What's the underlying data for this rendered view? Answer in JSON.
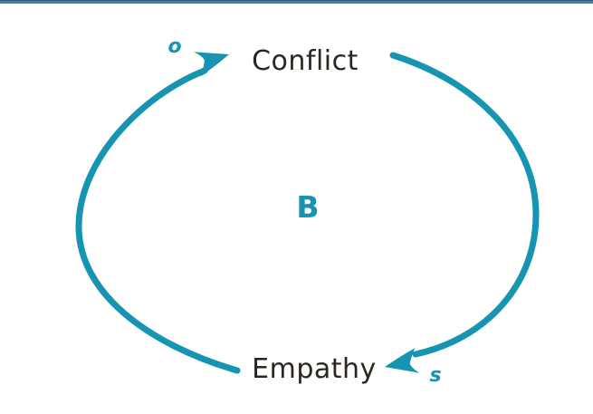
{
  "page": {
    "background": "#ffffff",
    "top_bar_color": "#44819d"
  },
  "diagram": {
    "kind": "causal-loop-diagram",
    "accent_color": "#1794b2",
    "text_color": "#2b2620",
    "loop_label": "B",
    "nodes": [
      {
        "id": "conflict",
        "label": "Conflict"
      },
      {
        "id": "empathy",
        "label": "Empathy"
      }
    ],
    "links": [
      {
        "from": "Empathy",
        "to": "Conflict",
        "polarity": "o"
      },
      {
        "from": "Conflict",
        "to": "Empathy",
        "polarity": "s"
      }
    ]
  }
}
